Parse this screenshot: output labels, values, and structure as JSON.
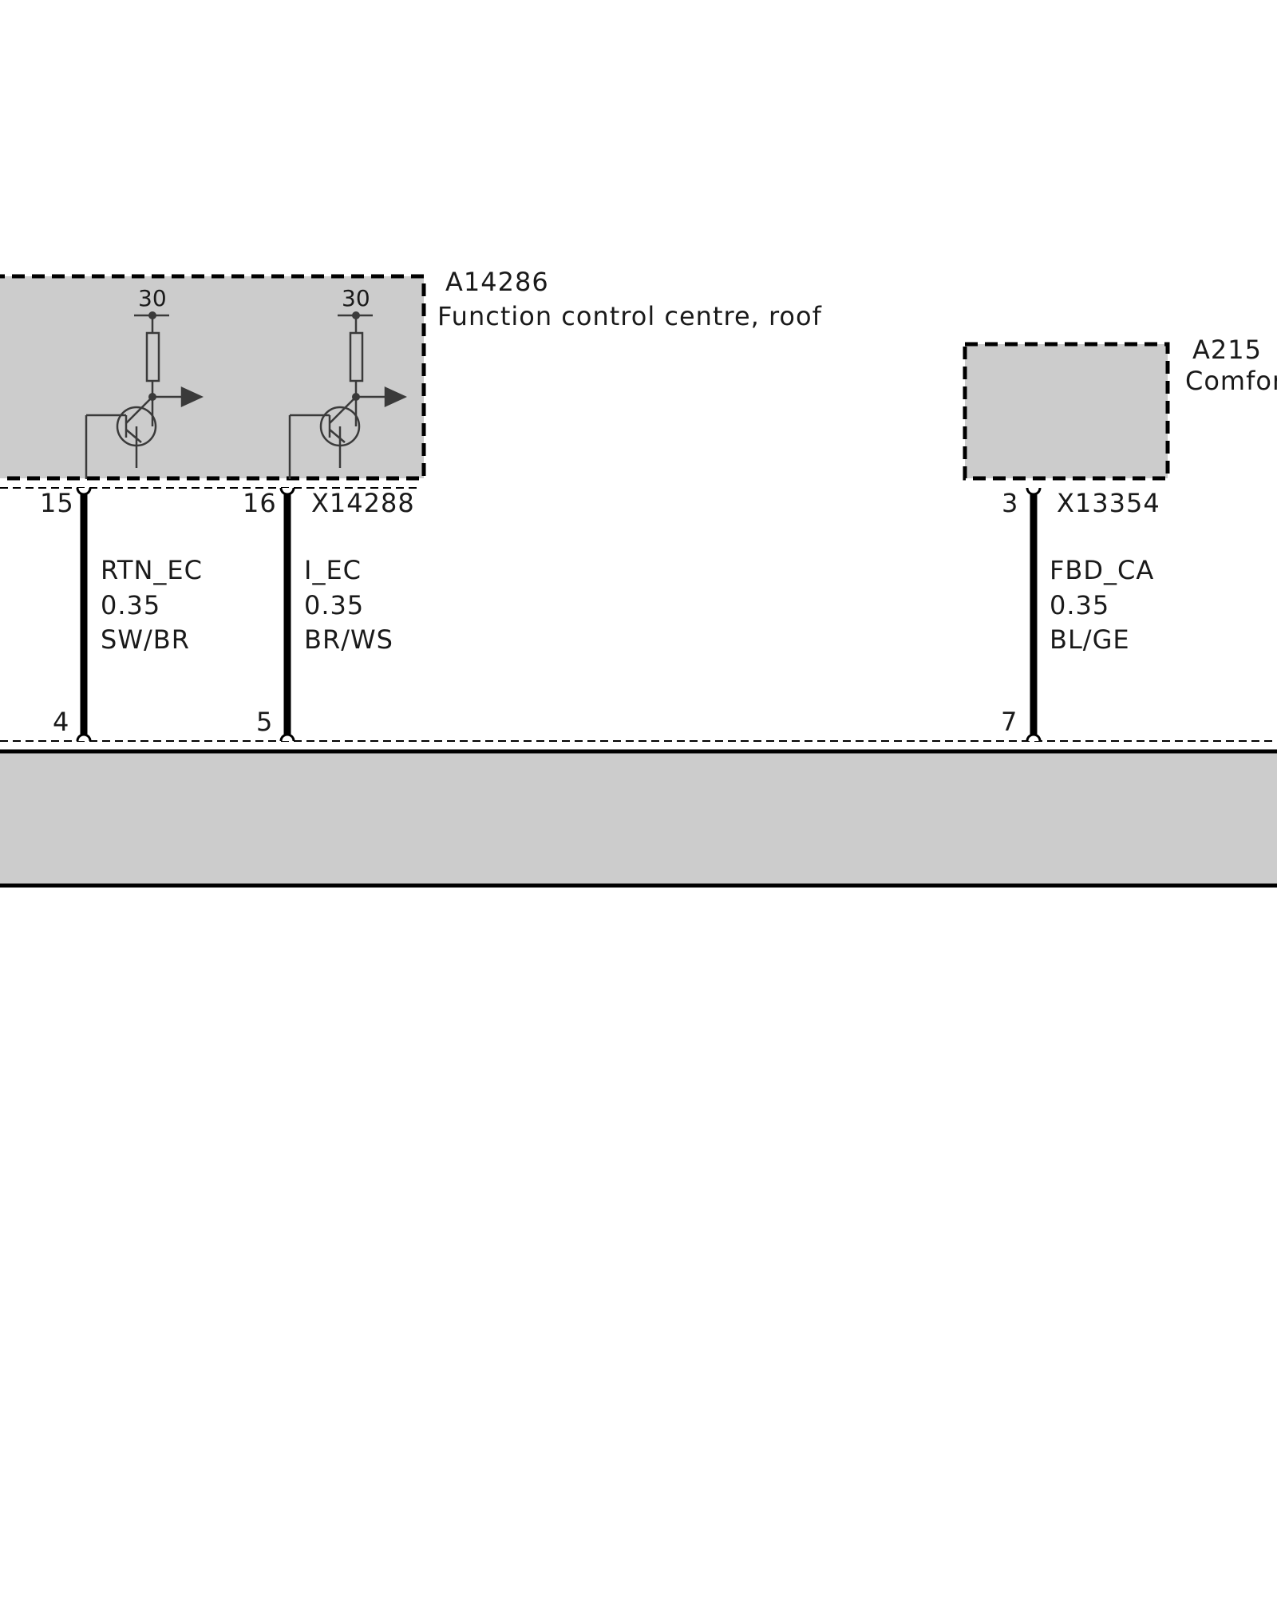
{
  "modules": {
    "roof": {
      "id": "A14286",
      "name": "Function control centre, roof"
    },
    "comfort": {
      "id": "A215",
      "name": "Comfor"
    }
  },
  "connectors": {
    "roof": "X14288",
    "comfort": "X13354"
  },
  "supply": {
    "left": "30",
    "right": "30"
  },
  "wires": [
    {
      "top_pin": "15",
      "bottom_pin": "4",
      "signal": "RTN_EC",
      "gauge": "0.35",
      "color": "SW/BR"
    },
    {
      "top_pin": "16",
      "bottom_pin": "5",
      "signal": "I_EC",
      "gauge": "0.35",
      "color": "BR/WS"
    },
    {
      "top_pin": "3",
      "bottom_pin": "7",
      "signal": "FBD_CA",
      "gauge": "0.35",
      "color": "BL/GE"
    }
  ],
  "colors": {
    "module_fill": "#cccccc",
    "line": "#000000",
    "component": "#3a3a3a"
  }
}
